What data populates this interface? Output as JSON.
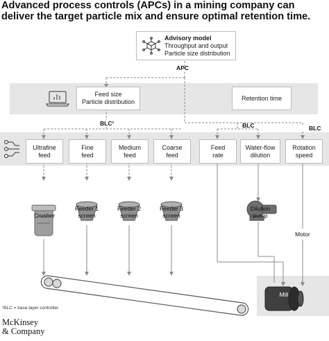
{
  "title": "Advanced process controls (APCs) in a mining company can deliver the target particle mix and ensure optimal retention time.",
  "advisory_model": {
    "heading": "Advisory model",
    "line1": "Throughput and output",
    "line2": "Particle size distribution"
  },
  "apc_label": "APC",
  "level2": {
    "feed_size_box": "Feed size\nParticle distribution",
    "retention_box": "Retention time"
  },
  "blc_labels": {
    "blc1": "BLC¹",
    "blc2": "BLC",
    "blc3": "BLC"
  },
  "controllers": [
    {
      "label": "Ultrafine\nfeed"
    },
    {
      "label": "Fine\nfeed"
    },
    {
      "label": "Medium\nfeed"
    },
    {
      "label": "Coarse\nfeed"
    },
    {
      "label": "Feed\nrate"
    },
    {
      "label": "Water-flow\ndilution"
    },
    {
      "label": "Rotation\nspeed"
    }
  ],
  "equipment": {
    "crusher": "Crusher",
    "feeder1": "Feeder 1\nscreen",
    "feeder2": "Feeder 2\nscreen",
    "feeder3": "Feeder 3\nscreen",
    "dilution_pump": "Dilution\npump",
    "motor": "Motor",
    "mill": "Mill"
  },
  "footnote": "¹BLC = base-layer controller.",
  "logo": {
    "line1": "McKinsey",
    "line2": "& Company"
  },
  "colors": {
    "band": "#e6e6e6",
    "box_border": "#bdbdbd",
    "line": "#8a8a8a",
    "dark_equipment": "#3f3f3f"
  },
  "icons": [
    "network-cube-icon",
    "laptop-chart-icon",
    "circuit-icon"
  ]
}
